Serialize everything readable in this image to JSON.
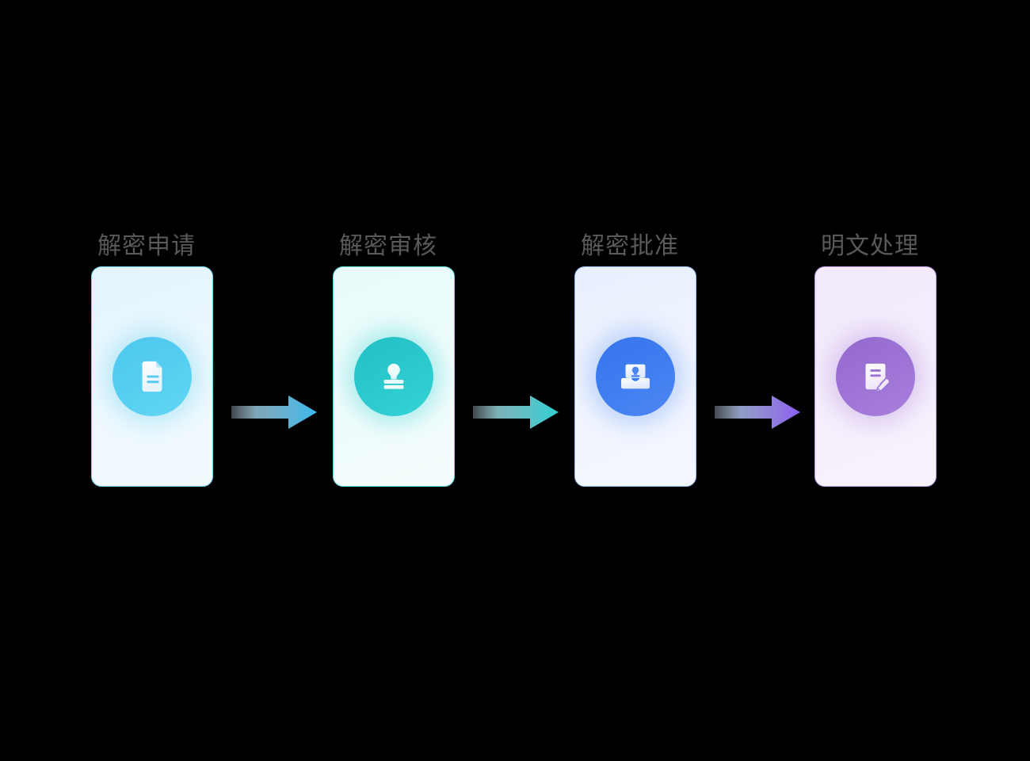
{
  "diagram": {
    "title": "",
    "background_color": "#000000",
    "label_color": "#595959",
    "steps": [
      {
        "label": "解密申请",
        "icon": "document-icon",
        "accent": "#4FC9EF",
        "card_bg": "#eaf7fd",
        "card_border": "#6fd0f5"
      },
      {
        "label": "解密审核",
        "icon": "stamp-icon",
        "accent": "#2AC8CC",
        "card_bg": "#edfcfb",
        "card_border": "#5fe0e0"
      },
      {
        "label": "解密批准",
        "icon": "stamp-tray-icon",
        "accent": "#3E7CF0",
        "card_bg": "#edf3fe",
        "card_border": "#9dbcf7"
      },
      {
        "label": "明文处理",
        "icon": "document-edit-icon",
        "accent": "#9C72D5",
        "card_bg": "#f5eefc",
        "card_border": "#c2a0ee"
      }
    ],
    "arrows": [
      {
        "name": "arrow-step1-to-step2",
        "from_color": "#cfeaf7",
        "to_color": "#3bb8ec"
      },
      {
        "name": "arrow-step2-to-step3",
        "from_color": "#d2eef5",
        "to_color": "#2fd0d4"
      },
      {
        "name": "arrow-step3-to-step4",
        "from_color": "#d3e6f6",
        "to_color": "#8a5cf0"
      }
    ]
  }
}
